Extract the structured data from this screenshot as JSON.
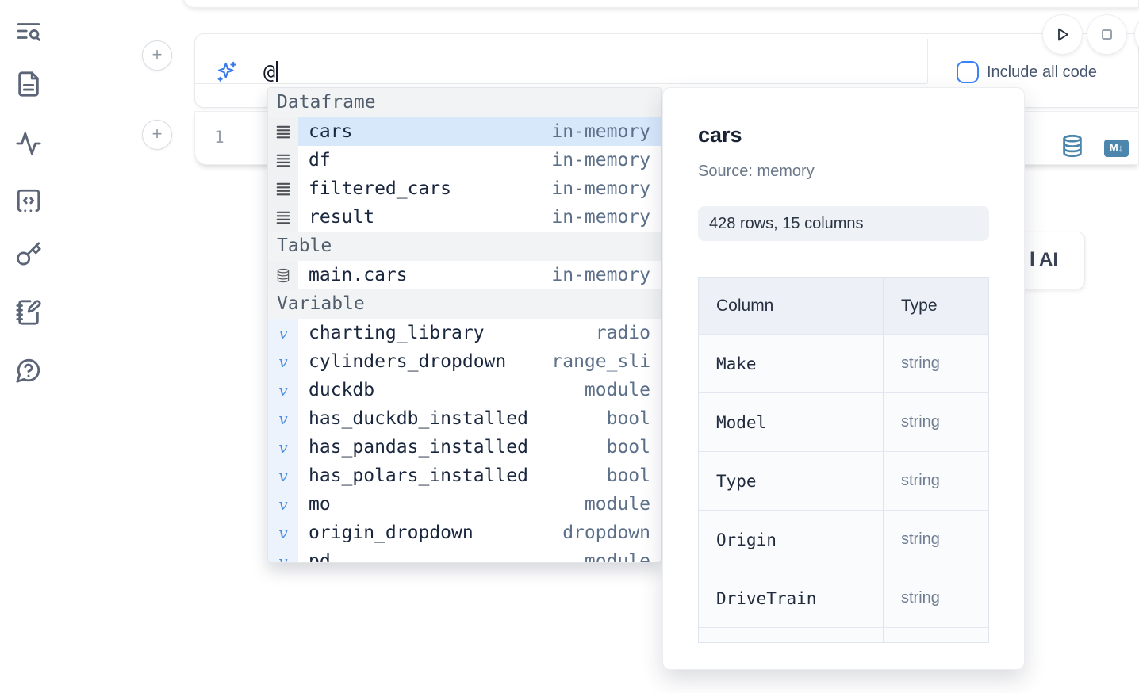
{
  "sidebar": {
    "icons": [
      "search-list",
      "document",
      "activity",
      "code-cell",
      "key",
      "notebook-edit",
      "help"
    ]
  },
  "run_controls": {
    "play": "run-cell",
    "stop": "stop-kernel"
  },
  "ai_prompt": {
    "value": "@",
    "checkbox_label": "Include all code",
    "checkbox_checked": false
  },
  "editor_cell": {
    "line_number": "1"
  },
  "cell_buttons": {
    "markdown_badge": "M↓",
    "database_icon": "convert-to-sql"
  },
  "ai_generate_button": {
    "clipped_prefix": "l",
    "label": "AI"
  },
  "autocomplete": {
    "sections": [
      {
        "header": "Dataframe",
        "items": [
          {
            "name": "cars",
            "meta": "in-memory",
            "selected": true
          },
          {
            "name": "df",
            "meta": "in-memory"
          },
          {
            "name": "filtered_cars",
            "meta": "in-memory"
          },
          {
            "name": "result",
            "meta": "in-memory"
          }
        ]
      },
      {
        "header": "Table",
        "items": [
          {
            "name": "main.cars",
            "meta": "in-memory"
          }
        ]
      },
      {
        "header": "Variable",
        "items": [
          {
            "name": "charting_library",
            "meta": "radio"
          },
          {
            "name": "cylinders_dropdown",
            "meta": "range_sli"
          },
          {
            "name": "duckdb",
            "meta": "module"
          },
          {
            "name": "has_duckdb_installed",
            "meta": "bool"
          },
          {
            "name": "has_pandas_installed",
            "meta": "bool"
          },
          {
            "name": "has_polars_installed",
            "meta": "bool"
          },
          {
            "name": "mo",
            "meta": "module"
          },
          {
            "name": "origin_dropdown",
            "meta": "dropdown"
          },
          {
            "name": "pd",
            "meta": "module"
          }
        ]
      }
    ]
  },
  "preview_panel": {
    "title": "cars",
    "source_label": "Source: memory",
    "shape_badge": "428 rows, 15 columns",
    "table": {
      "headers": [
        "Column",
        "Type"
      ],
      "rows": [
        {
          "column": "Make",
          "type": "string"
        },
        {
          "column": "Model",
          "type": "string"
        },
        {
          "column": "Type",
          "type": "string"
        },
        {
          "column": "Origin",
          "type": "string"
        },
        {
          "column": "DriveTrain",
          "type": "string"
        }
      ]
    }
  },
  "colors": {
    "accent_blue": "#3b82f6",
    "steel_blue": "#4d86ad",
    "selected_row": "#d7e8fb",
    "sidebar_icon": "#5b6577"
  }
}
